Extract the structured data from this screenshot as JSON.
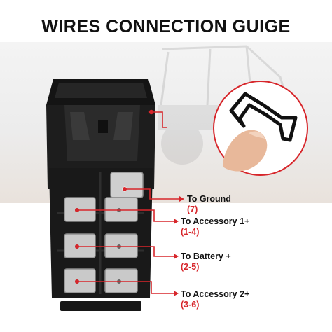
{
  "title": "WIRES CONNECTION GUIGE",
  "callouts": [
    {
      "label": "To Ground",
      "pins": "(7)"
    },
    {
      "label": "To Accessory 1+",
      "pins": "(1-4)"
    },
    {
      "label": "To Battery +",
      "pins": "(2-5)"
    },
    {
      "label": "To Accessory 2+",
      "pins": "(3-6)"
    }
  ],
  "colors": {
    "accent": "#d7262b",
    "text": "#111111",
    "switch_body": "#1d1d1d",
    "terminal": "#c9c9c9"
  },
  "icons": [
    "rocker-switch-image",
    "utv-background-image",
    "finger-press-icon",
    "rocker-cover-icon"
  ]
}
